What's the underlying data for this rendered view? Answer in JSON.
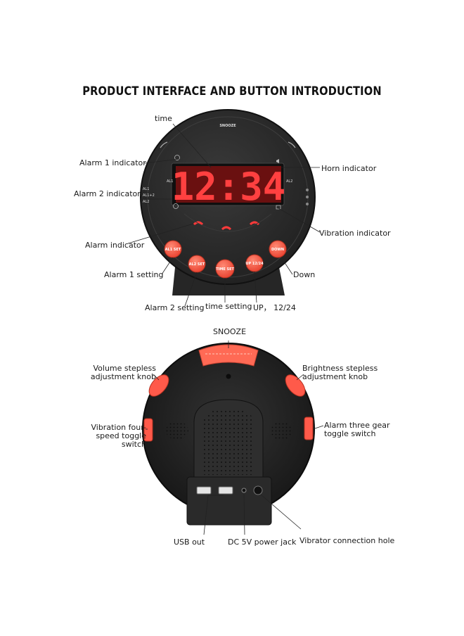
{
  "title": "PRODUCT INTERFACE AND BUTTON INTRODUCTION",
  "front": {
    "display_time": "12:34",
    "snooze_top": "SNOOZE",
    "al1_left": "AL1",
    "al2_right": "AL2",
    "status_list": [
      "AL1",
      "AL1+2",
      "AL2"
    ],
    "buttons": [
      "AL1 SET",
      "AL2 SET",
      "TIME SET",
      "UP 12/24",
      "DOWN"
    ],
    "labels": {
      "time": "time",
      "alarm1_indicator": "Alarm 1 indicator",
      "alarm2_indicator": "Alarm 2 indicator",
      "alarm_indicator": "Alarm indicator",
      "alarm1_setting": "Alarm 1 setting",
      "alarm2_setting": "Alarm 2 setting",
      "time_setting": "time setting",
      "up_12_24": "UP， 12/24",
      "down": "Down",
      "horn_indicator": "Horn indicator",
      "vibration_indicator": "Vibration indicator"
    }
  },
  "back": {
    "labels": {
      "snooze": "SNOOZE",
      "volume_knob": "Volume stepless adjustment knob",
      "brightness_knob": "Brightness stepless adjustment knob",
      "vibration_switch": "Vibration four-speed toggle switch",
      "alarm_switch": "Alarm three gear toggle switch",
      "usb_out": "USB  out",
      "dc_jack": "DC 5V power jack",
      "vibrator_hole": "Vibrator connection hole"
    }
  },
  "colors": {
    "accent": "#ff5a4a",
    "body": "#2b2b2b",
    "display": "#ff3b3b"
  }
}
